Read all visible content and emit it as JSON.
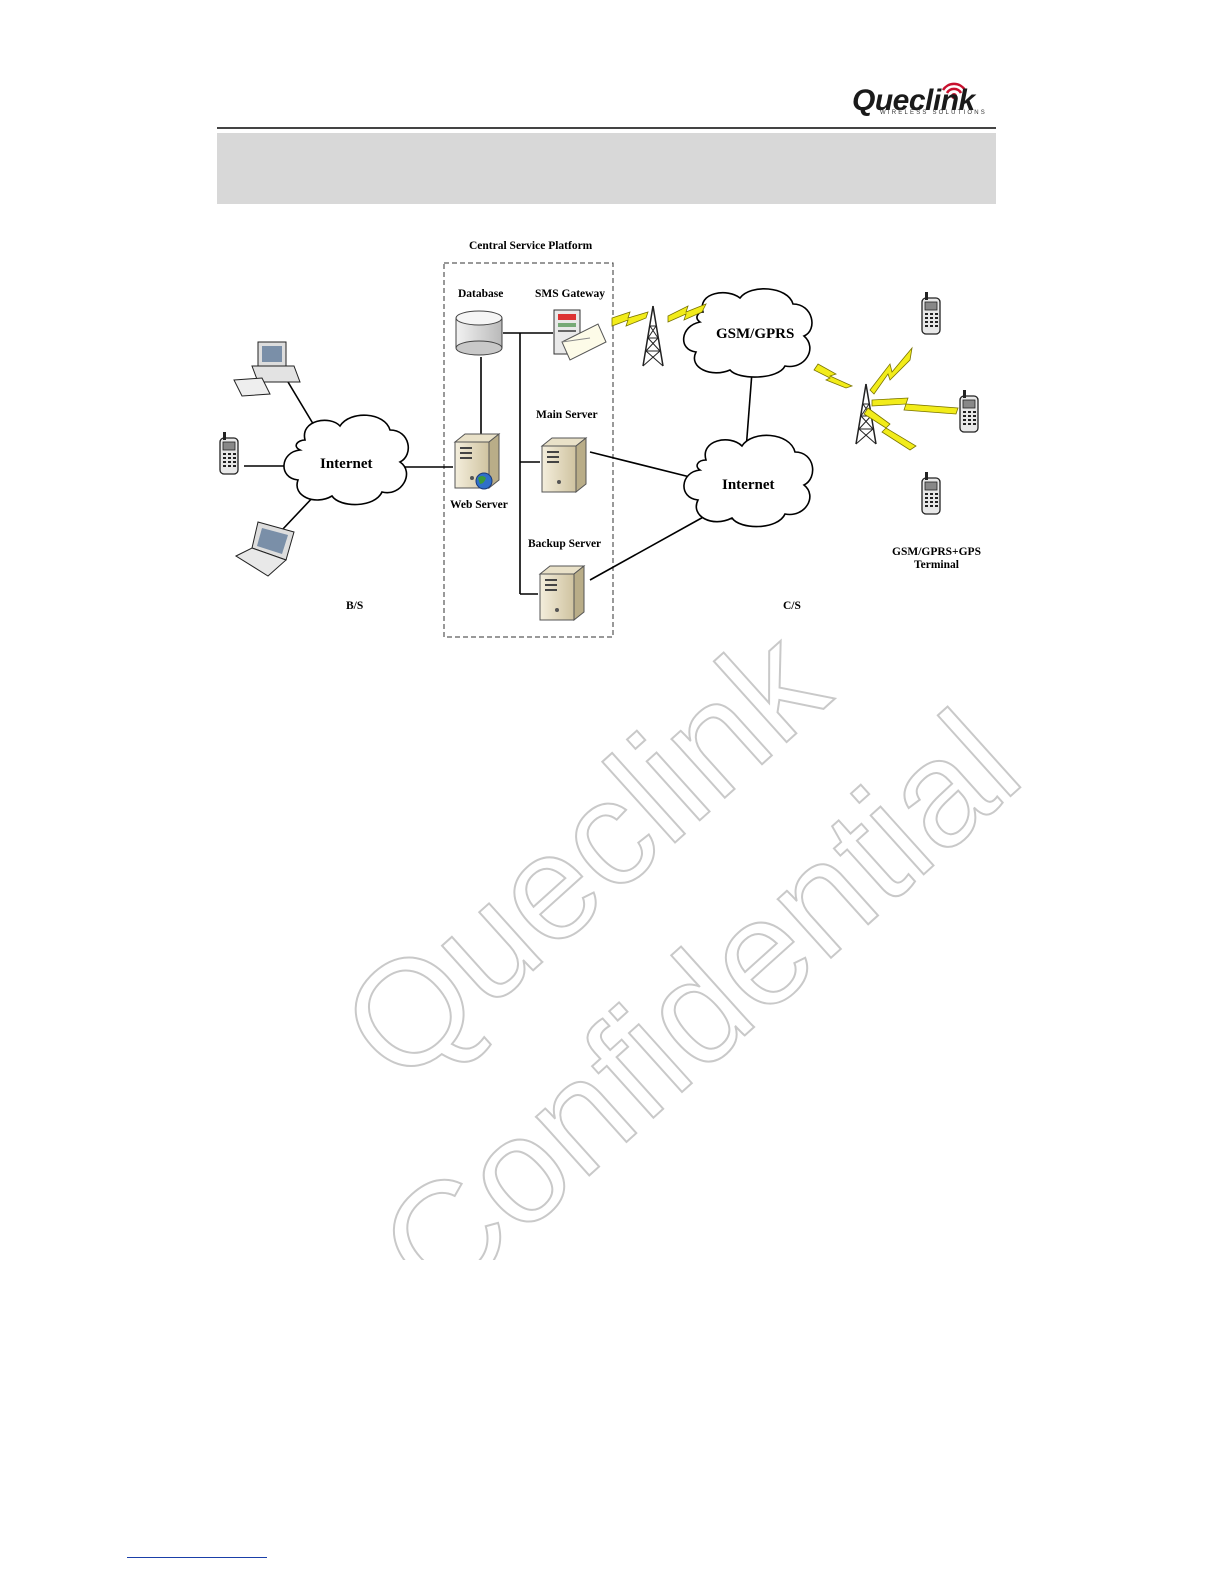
{
  "header": {
    "logo_text": "Queclink",
    "logo_tagline": "WIRELESS SOLUTIONS"
  },
  "diagram": {
    "platform_title": "Central Service Platform",
    "nodes": {
      "database": "Database",
      "sms_gateway": "SMS Gateway",
      "main_server": "Main Server",
      "web_server": "Web Server",
      "backup_server": "Backup Server",
      "internet_left": "Internet",
      "internet_right": "Internet",
      "gsm_gprs": "GSM/GPRS",
      "terminal_line1": "GSM/GPRS+GPS",
      "terminal_line2": "Terminal"
    },
    "zones": {
      "left": "B/S",
      "right": "C/S"
    }
  },
  "watermark": {
    "line1": "Queclink",
    "line2": "Confidential"
  },
  "colors": {
    "band": "#d8d8d8",
    "lightning": "#f2ec1a",
    "server": "#e6dcc0",
    "link": "#1a3fa8"
  }
}
